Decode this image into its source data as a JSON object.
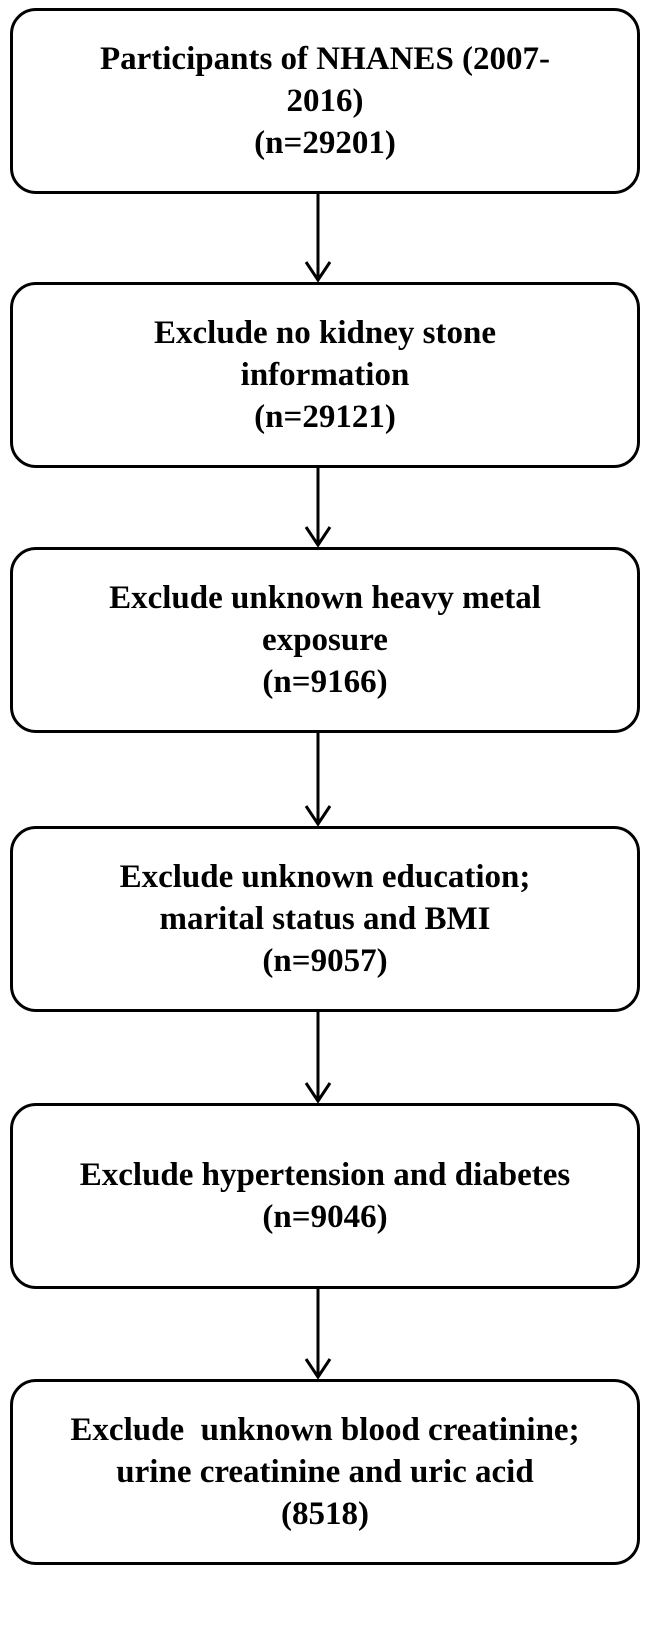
{
  "boxes": [
    {
      "lines": [
        "Participants of NHANES (2007-",
        "2016)",
        "(n=29201)"
      ]
    },
    {
      "lines": [
        "Exclude no kidney stone",
        "information",
        "(n=29121)"
      ]
    },
    {
      "lines": [
        "Exclude unknown heavy metal",
        "exposure",
        "(n=9166)"
      ]
    },
    {
      "lines": [
        "Exclude unknown education;",
        "marital status and BMI",
        "(n=9057)"
      ]
    },
    {
      "lines": [
        "Exclude hypertension and diabetes",
        "(n=9046)"
      ]
    },
    {
      "lines": [
        "Exclude  unknown blood creatinine;",
        "urine creatinine and uric acid",
        "(8518)"
      ]
    }
  ],
  "colors": {
    "stroke": "#000000",
    "background": "#ffffff"
  }
}
